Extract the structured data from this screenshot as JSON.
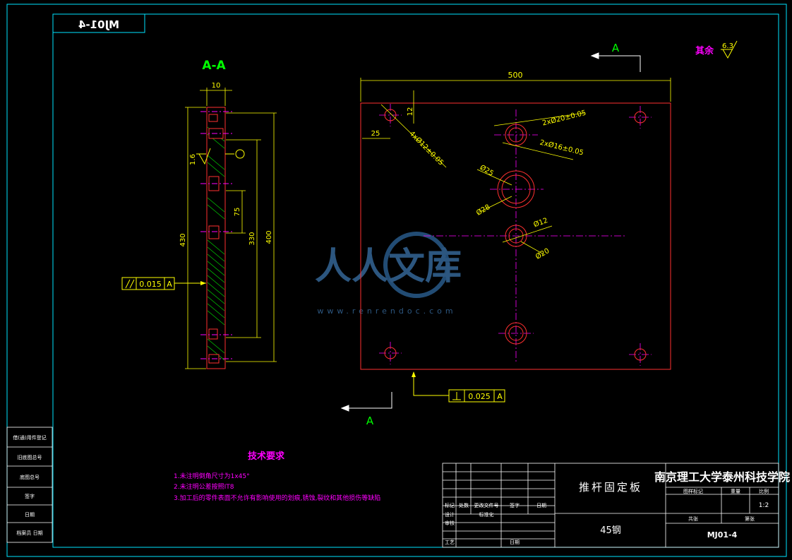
{
  "drawing": {
    "top_code_mirrored": "MJ01-4",
    "section_label": "A-A",
    "view_arrow_top": "A",
    "view_arrow_bottom": "A",
    "roughness_remaining_label": "其余",
    "roughness_remaining_value": "6.3",
    "roughness_section_value": "1.6"
  },
  "dims": {
    "width_500": "500",
    "thick_10": "10",
    "edge_12": "12",
    "edge_25": "25",
    "holes_4x12": "4xØ12±0.05",
    "holes_2x20": "2xØ20±0.05",
    "holes_2x16": "2xØ16±0.05",
    "d25": "Ø25",
    "d28": "Ø28",
    "d12": "Ø12",
    "d20": "Ø20",
    "h75": "75",
    "h330": "330",
    "h400": "400",
    "h430": "430"
  },
  "tolerances": {
    "parallel_value": "0.015",
    "parallel_datum": "A",
    "perp_value": "0.025",
    "perp_datum": "A"
  },
  "tech": {
    "title": "技术要求",
    "items": [
      "1.未注明倒角尺寸为1x45°",
      "2.未注明公差按照IT8",
      "3.加工后的零件表面不允许有影响使用的划痕,锈蚀,裂纹和其他损伤等缺陷"
    ]
  },
  "left_strip": {
    "items": [
      "借(通)用件登记",
      "旧底图总号",
      "底图总号",
      "签字",
      "日期",
      "档案员 日期"
    ]
  },
  "title_block": {
    "part_name": "推杆固定板",
    "material": "45钢",
    "school": "南京理工大学泰州科技学院",
    "stage_label": "图样标记",
    "weight_label": "重量",
    "scale_label": "比例",
    "scale_value": "1:2",
    "sheet_total_label": "共张",
    "sheet_no_label": "第张",
    "drawing_no": "MJ01-4",
    "rev_headers": [
      "标记",
      "处数",
      "更改文件号",
      "签字",
      "日期"
    ],
    "designer_label": "设计",
    "std_label": "标准化",
    "check_label": "审核",
    "process_label": "工艺",
    "date_label": "日期"
  },
  "watermark": {
    "text": "人人文库",
    "url": "www.renrendoc.com"
  }
}
